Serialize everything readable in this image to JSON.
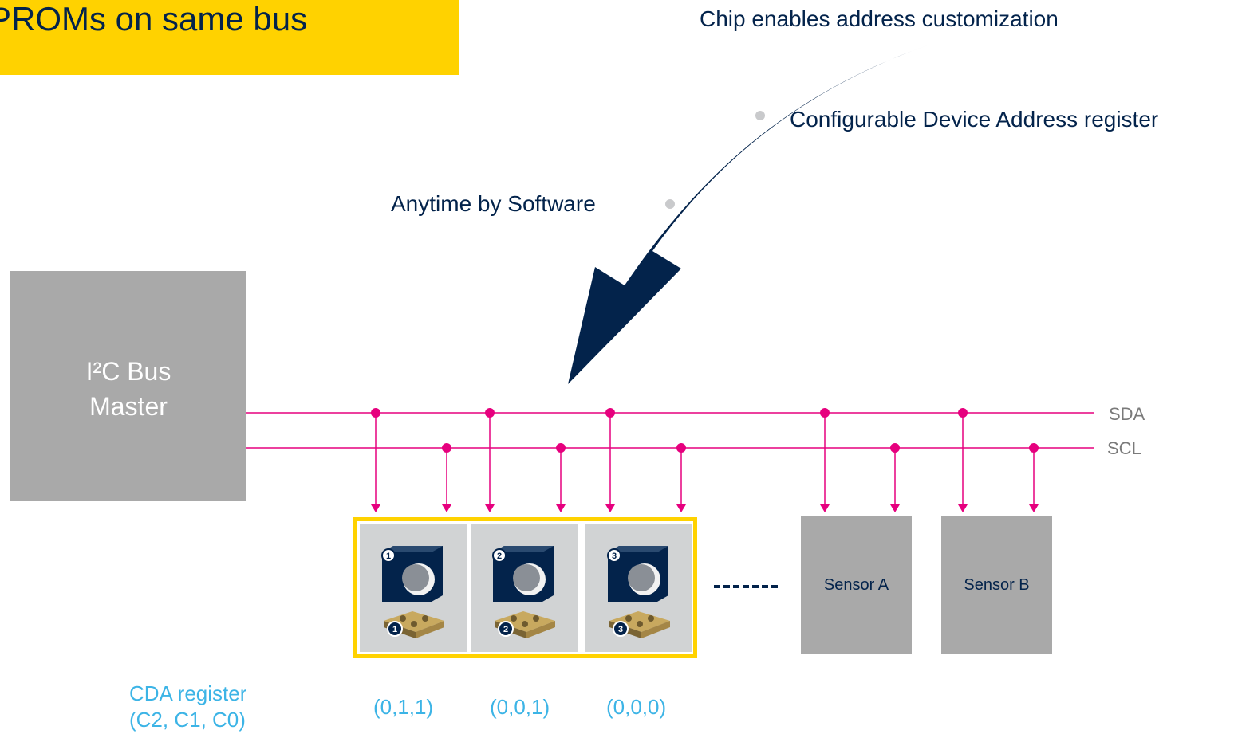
{
  "title": "PROMs on same bus",
  "annotations": {
    "chip_enables": "Chip enables address customization",
    "configurable": "Configurable Device Address register",
    "anytime": "Anytime by Software"
  },
  "master": {
    "line1": "I²C Bus",
    "line2": "Master"
  },
  "bus": {
    "sda": "SDA",
    "scl": "SCL"
  },
  "eeproms": [
    {
      "index": "1",
      "cda_value": "(0,1,1)"
    },
    {
      "index": "2",
      "cda_value": "(0,0,1)"
    },
    {
      "index": "3",
      "cda_value": "(0,0,0)"
    }
  ],
  "sensors": [
    {
      "label": "Sensor A"
    },
    {
      "label": "Sensor B"
    }
  ],
  "cda_register": {
    "line1": "CDA register",
    "line2": "(C2, C1, C0)"
  },
  "colors": {
    "banner": "#FFD200",
    "navy": "#03234B",
    "bus_line": "#E6007E",
    "gray_block": "#A9A9A9",
    "cda_text": "#3CB4E6"
  }
}
